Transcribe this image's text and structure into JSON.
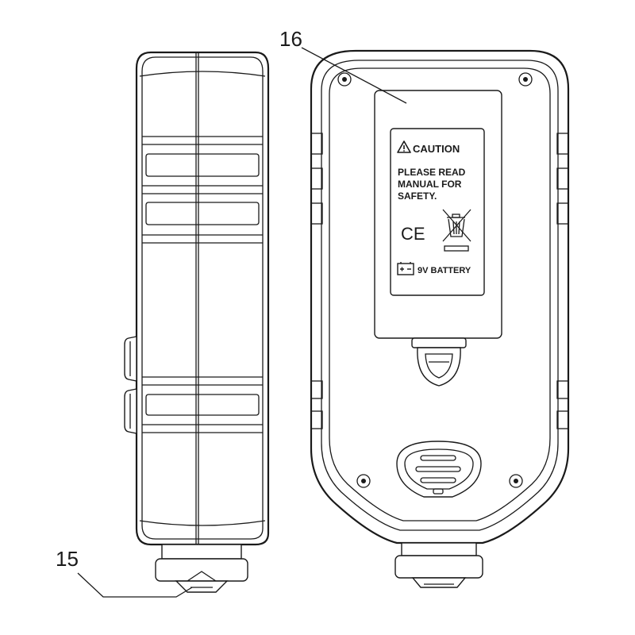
{
  "callouts": {
    "left_number": "15",
    "right_number": "16"
  },
  "label_plate": {
    "caution_title": "CAUTION",
    "instruction_lines": [
      "PLEASE READ",
      "MANUAL FOR",
      "SAFETY."
    ],
    "ce_mark": "CE",
    "battery_text": "9V BATTERY"
  },
  "icons": {
    "warning": "warning-triangle-icon",
    "weee": "crossed-out-bin-icon",
    "battery": "battery-icon"
  },
  "colors": {
    "line": "#1a1a1a",
    "background": "#ffffff"
  }
}
